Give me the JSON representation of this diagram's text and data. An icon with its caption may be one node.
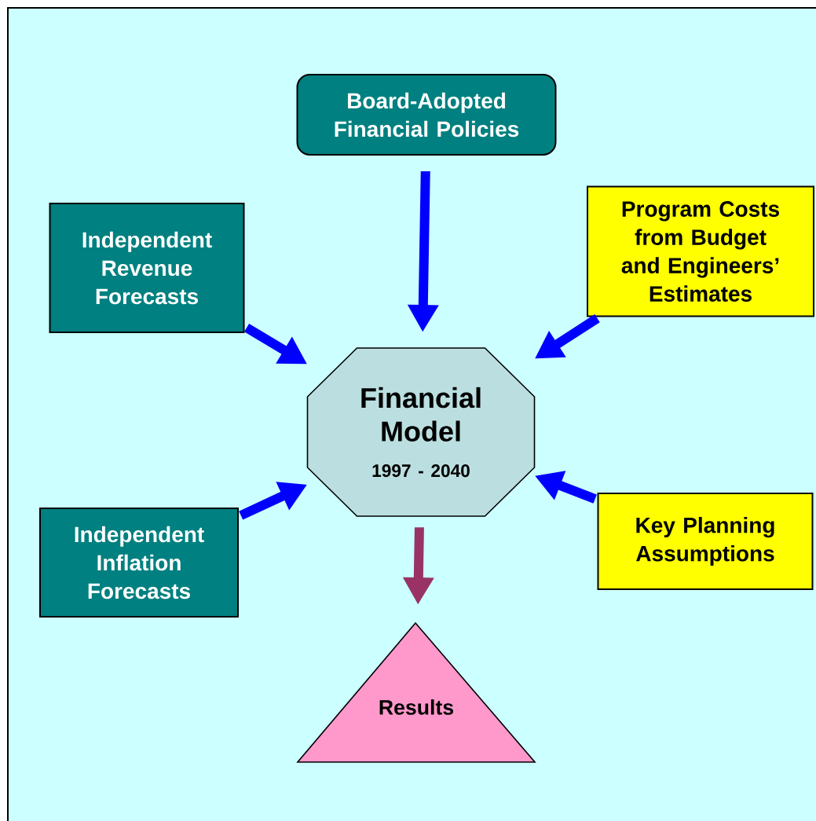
{
  "diagram": {
    "nodes": [
      {
        "text": [
          "Board-Adopted Financial Policies"
        ]
      },
      {
        "text": [
          "Independent Revenue Forecasts"
        ]
      },
      {
        "text": [
          "Program Costs from Budget and Engineers’ Estimates"
        ]
      },
      {
        "text": [
          "Financial Model",
          "1997 - 2040"
        ]
      },
      {
        "text": [
          "Independent Inflation Forecasts"
        ]
      },
      {
        "text": [
          "Key Planning Assumptions"
        ]
      },
      {
        "text": [
          "Results"
        ]
      }
    ],
    "edges": [
      {
        "from": 0,
        "to": 3,
        "arrow": "to"
      },
      {
        "from": 1,
        "to": 3,
        "arrow": "to"
      },
      {
        "from": 2,
        "to": 3,
        "arrow": "to"
      },
      {
        "from": 4,
        "to": 3,
        "arrow": "to"
      },
      {
        "from": 5,
        "to": 3,
        "arrow": "to"
      },
      {
        "from": 3,
        "to": 6,
        "arrow": "to",
        "color": "#993366"
      }
    ]
  }
}
